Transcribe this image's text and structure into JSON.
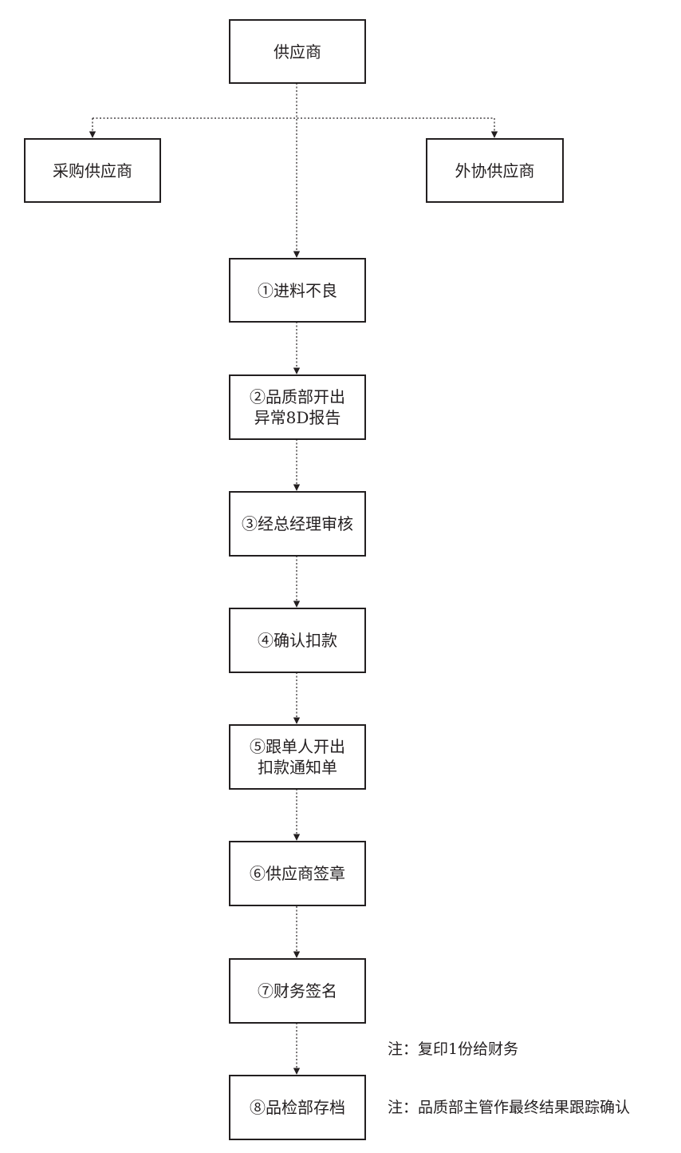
{
  "top": {
    "label": "供应商"
  },
  "branches": {
    "left": "采购供应商",
    "right": "外协供应商"
  },
  "steps": [
    "①进料不良",
    "②品质部开出\n异常8D报告",
    "③经总经理审核",
    "④确认扣款",
    "⑤跟单人开出\n 扣款通知单",
    "⑥供应商签章",
    "⑦财务签名",
    "⑧品检部存档"
  ],
  "notes": [
    "注：复印1份给财务",
    "注：品质部主管作最终结果跟踪确认"
  ],
  "colors": {
    "line": "#231f20"
  }
}
